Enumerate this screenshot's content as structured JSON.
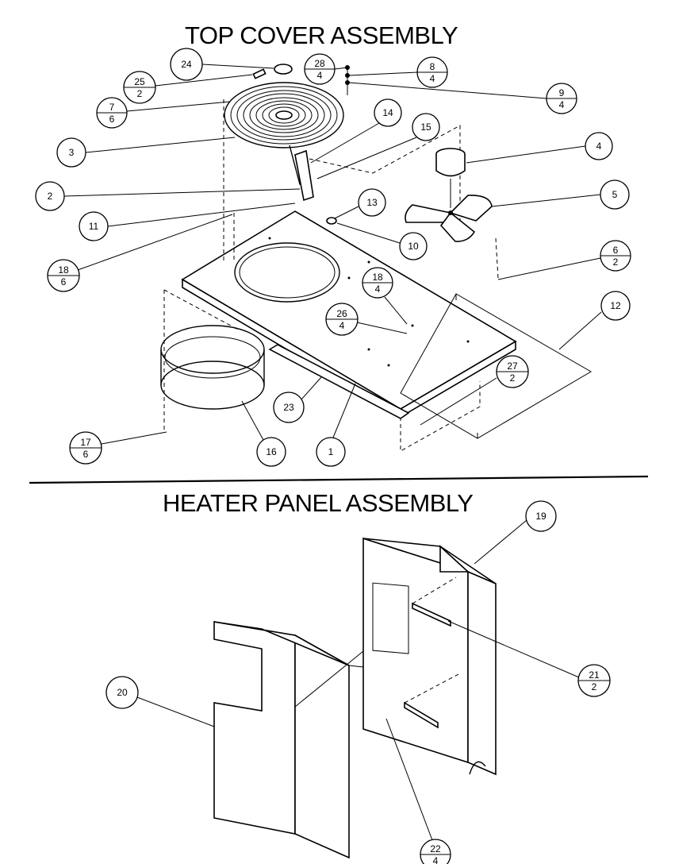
{
  "titles": {
    "top": "TOP COVER ASSEMBLY",
    "heater": "HEATER PANEL ASSEMBLY"
  },
  "callouts": [
    {
      "id": "c24",
      "num": "24"
    },
    {
      "id": "c28",
      "num": "28",
      "den": "4"
    },
    {
      "id": "c8",
      "num": "8",
      "den": "4"
    },
    {
      "id": "c25",
      "num": "25",
      "den": "2"
    },
    {
      "id": "c9",
      "num": "9",
      "den": "4"
    },
    {
      "id": "c7",
      "num": "7",
      "den": "6"
    },
    {
      "id": "c14",
      "num": "14"
    },
    {
      "id": "c15",
      "num": "15"
    },
    {
      "id": "c3",
      "num": "3"
    },
    {
      "id": "c4",
      "num": "4"
    },
    {
      "id": "c2",
      "num": "2"
    },
    {
      "id": "c5",
      "num": "5"
    },
    {
      "id": "c13",
      "num": "13"
    },
    {
      "id": "c11",
      "num": "11"
    },
    {
      "id": "c10",
      "num": "10"
    },
    {
      "id": "c6",
      "num": "6",
      "den": "2"
    },
    {
      "id": "c18a",
      "num": "18",
      "den": "6"
    },
    {
      "id": "c18b",
      "num": "18",
      "den": "4"
    },
    {
      "id": "c12",
      "num": "12"
    },
    {
      "id": "c26",
      "num": "26",
      "den": "4"
    },
    {
      "id": "c27",
      "num": "27",
      "den": "2"
    },
    {
      "id": "c23",
      "num": "23"
    },
    {
      "id": "c17",
      "num": "17",
      "den": "6"
    },
    {
      "id": "c16",
      "num": "16"
    },
    {
      "id": "c1",
      "num": "1"
    },
    {
      "id": "c19",
      "num": "19"
    },
    {
      "id": "c21",
      "num": "21",
      "den": "2"
    },
    {
      "id": "c20",
      "num": "20"
    },
    {
      "id": "c22",
      "num": "22",
      "den": "4"
    }
  ]
}
